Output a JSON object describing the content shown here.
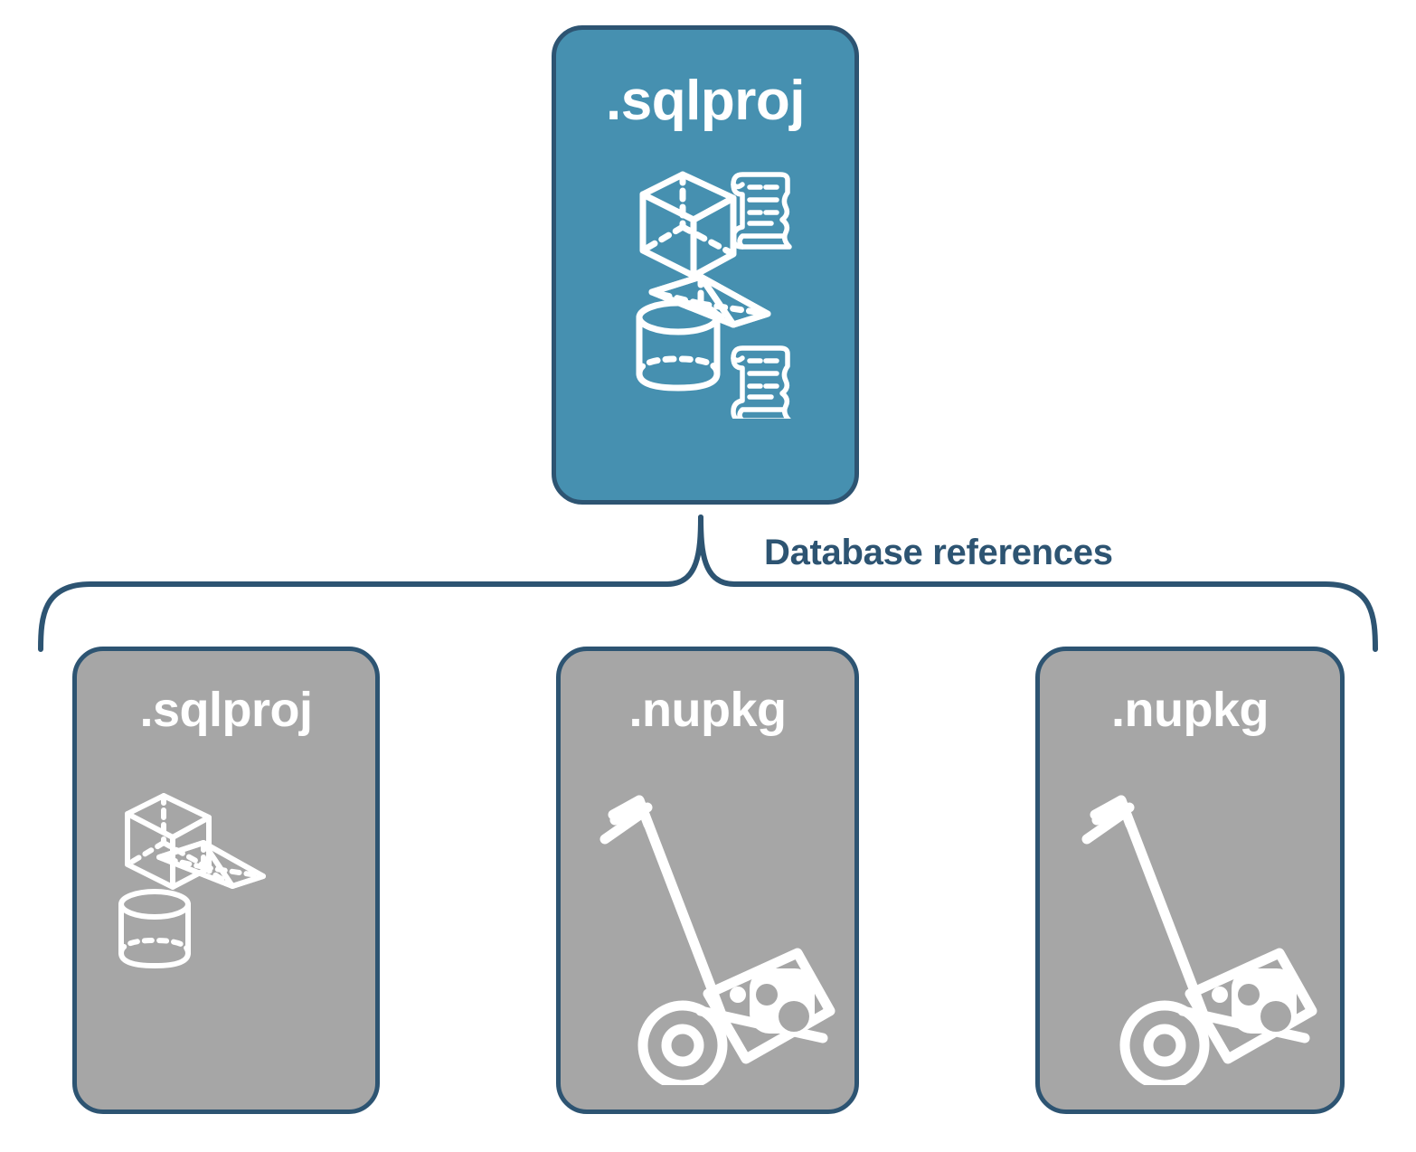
{
  "diagram": {
    "type": "hierarchy",
    "title_visible": false,
    "colors": {
      "primary_fill": "#4690b0",
      "secondary_fill": "#a6a6a6",
      "stroke": "#2d5472",
      "node_text": "#ffffff",
      "label_text": "#2d5472",
      "background": "#ffffff",
      "icon_stroke": "#ffffff"
    },
    "root": {
      "label": ".sqlproj",
      "fill": "primary",
      "icons": [
        "cube-icon",
        "scroll-icon",
        "pyramid-icon",
        "cylinder-icon",
        "scroll-icon"
      ]
    },
    "connector": {
      "label": "Database references",
      "style": "curly-brace",
      "orientation": "down"
    },
    "children": [
      {
        "label": ".sqlproj",
        "fill": "secondary",
        "icons": [
          "cube-icon",
          "pyramid-icon",
          "cylinder-icon"
        ]
      },
      {
        "label": ".nupkg",
        "fill": "secondary",
        "icons": [
          "hand-truck-package-icon"
        ]
      },
      {
        "label": ".nupkg",
        "fill": "secondary",
        "icons": [
          "hand-truck-package-icon"
        ]
      }
    ]
  }
}
